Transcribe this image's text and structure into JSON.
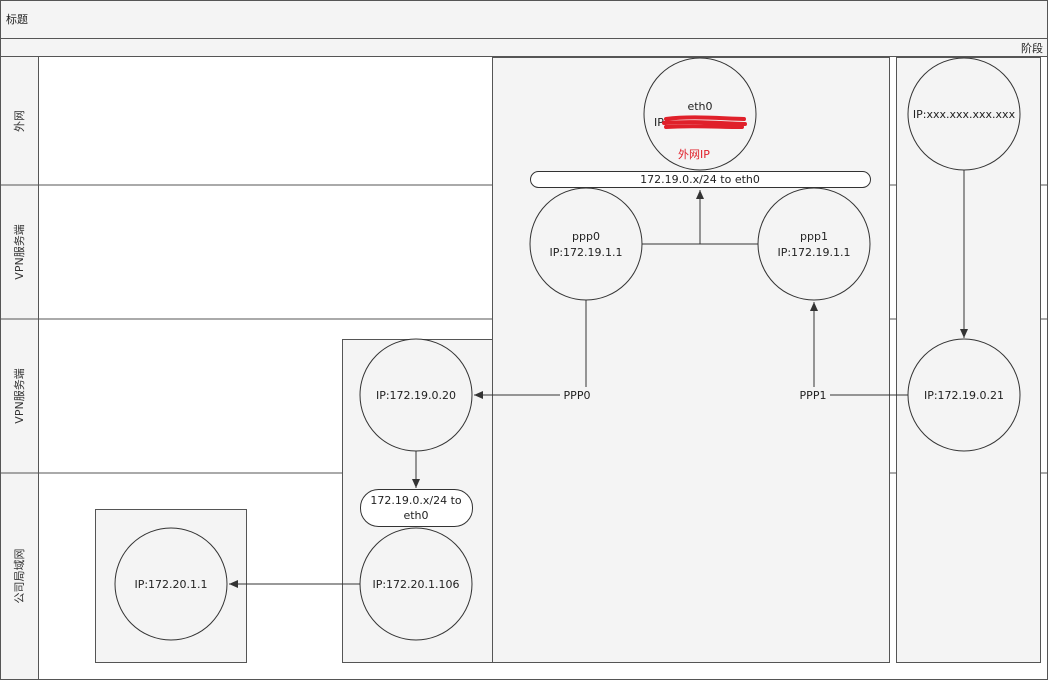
{
  "title": "标题",
  "phase_label": "阶段",
  "lanes": [
    "外网",
    "VPN服务端",
    "VPN服务端",
    "公司局域网"
  ],
  "nodes": {
    "eth0_name": "eth0",
    "eth0_ip": "IP:",
    "eth0_note": "外网IP",
    "ppp0_name": "ppp0",
    "ppp0_ip": "IP:172.19.1.1",
    "ppp1_name": "ppp1",
    "ppp1_ip": "IP:172.19.1.1",
    "remote_ip": "IP:xxx.xxx.xxx.xxx",
    "client_left": "IP:172.19.0.20",
    "client_right": "IP:172.19.0.21",
    "lan_gateway": "IP:172.20.1.106",
    "lan_host": "IP:172.20.1.1"
  },
  "routes": {
    "server": "172.19.0.x/24 to eth0",
    "client_line1": "172.19.0.x/24 to",
    "client_line2": "eth0"
  },
  "links": {
    "ppp0": "PPP0",
    "ppp1": "PPP1"
  },
  "colors": {
    "redaction": "#e0202a",
    "note": "#e0202a",
    "stroke": "#333333",
    "header_bg": "#f4f4f4",
    "node_fill": "#f4f4f4",
    "pool_fill": "#f4f4f4"
  }
}
